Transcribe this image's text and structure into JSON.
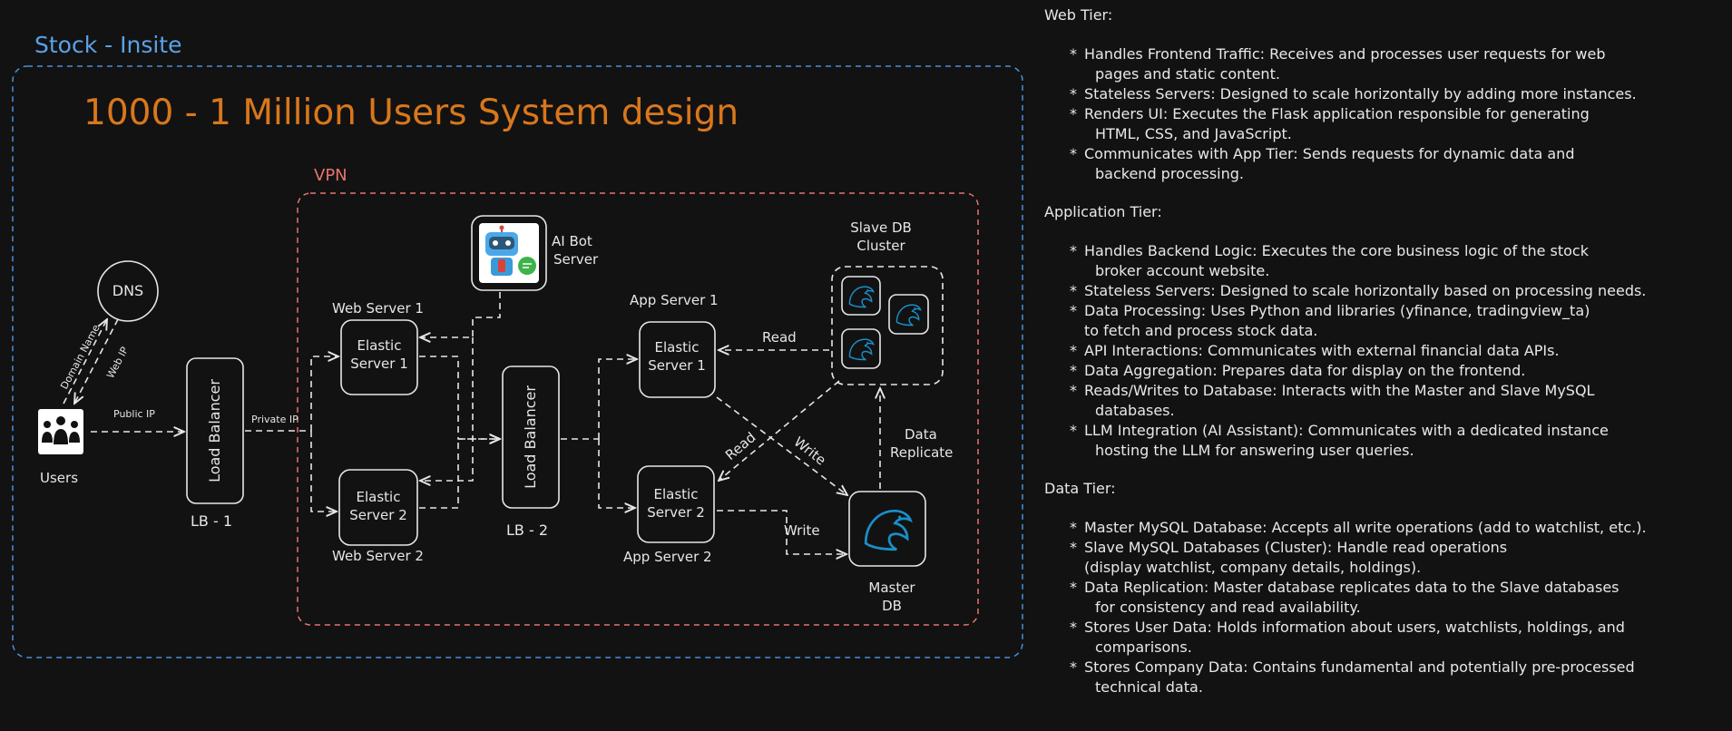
{
  "diagram": {
    "brand": "Stock - Insite",
    "title": "1000 - 1 Million Users System design",
    "vpn_label": "VPN",
    "nodes": {
      "users": "Users",
      "dns": "DNS",
      "lb1": "Load Balancer",
      "lb1_caption": "LB - 1",
      "lb2": "Load Balancer",
      "lb2_caption": "LB - 2",
      "web1_caption": "Web Server 1",
      "web1_line1": "Elastic",
      "web1_line2": "Server 1",
      "web2_caption": "Web Server 2",
      "web2_line1": "Elastic",
      "web2_line2": "Server 2",
      "app1_caption": "App Server 1",
      "app1_line1": "Elastic",
      "app1_line2": "Server 1",
      "app2_caption": "App Server 2",
      "app2_line1": "Elastic",
      "app2_line2": "Server 2",
      "ai_line1": "AI Bot",
      "ai_line2": "Server",
      "slave_line1": "Slave DB",
      "slave_line2": "Cluster",
      "master_line1": "Master",
      "master_line2": "DB"
    },
    "edge_labels": {
      "domain_name": "Domain Name",
      "web_ip": "Web IP",
      "public_ip": "Public IP",
      "private_ip": "Private IP",
      "read_top": "Read",
      "read_cross": "Read",
      "write_cross": "Write",
      "write_bottom": "Write",
      "data_replicate_1": "Data",
      "data_replicate_2": "Replicate"
    },
    "colors": {
      "outer_border": "#4a8fd6",
      "vpn_border": "#e8736f",
      "title": "#d9771c",
      "brand": "#5aa2e6",
      "db_icon": "#1a8fc9"
    }
  },
  "notes": {
    "web": {
      "title": "Web Tier:",
      "items": [
        {
          "line1": "Handles Frontend Traffic: Receives and processes user requests for web",
          "line2": "pages and static content."
        },
        {
          "line1": "Stateless Servers: Designed to scale horizontally by adding more instances.",
          "line2": ""
        },
        {
          "line1": "Renders UI: Executes the Flask application responsible for generating",
          "line2": "HTML, CSS, and JavaScript."
        },
        {
          "line1": "Communicates with App Tier: Sends requests for dynamic data and",
          "line2": "backend processing."
        }
      ]
    },
    "app": {
      "title": "Application Tier:",
      "items": [
        {
          "line1": "Handles Backend Logic: Executes the core business logic of the stock",
          "line2": "broker account website."
        },
        {
          "line1": "Stateless Servers: Designed to scale horizontally based on processing needs.",
          "line2": ""
        },
        {
          "line1": "Data Processing: Uses Python and libraries (yfinance, tradingview_ta)",
          "line2": "to fetch and process stock data."
        },
        {
          "line1": "API Interactions: Communicates with external financial data APIs.",
          "line2": ""
        },
        {
          "line1": "Data Aggregation: Prepares data for display on the frontend.",
          "line2": ""
        },
        {
          "line1": "Reads/Writes to Database: Interacts with the Master and Slave MySQL",
          "line2": "databases."
        },
        {
          "line1": "LLM Integration (AI Assistant): Communicates with a dedicated instance",
          "line2": "hosting the LLM for answering user queries."
        }
      ]
    },
    "data": {
      "title": "Data Tier:",
      "items": [
        {
          "line1": "Master MySQL Database: Accepts all write operations (add to watchlist, etc.).",
          "line2": ""
        },
        {
          "line1": "Slave MySQL Databases (Cluster): Handle read operations",
          "line2": "(display watchlist, company details, holdings)."
        },
        {
          "line1": "Data Replication: Master database replicates data to the Slave databases",
          "line2": "for consistency and read availability."
        },
        {
          "line1": "Stores User Data: Holds information about users, watchlists, holdings, and",
          "line2": "comparisons."
        },
        {
          "line1": "Stores Company Data: Contains fundamental and potentially pre-processed",
          "line2": "technical data."
        }
      ]
    }
  }
}
